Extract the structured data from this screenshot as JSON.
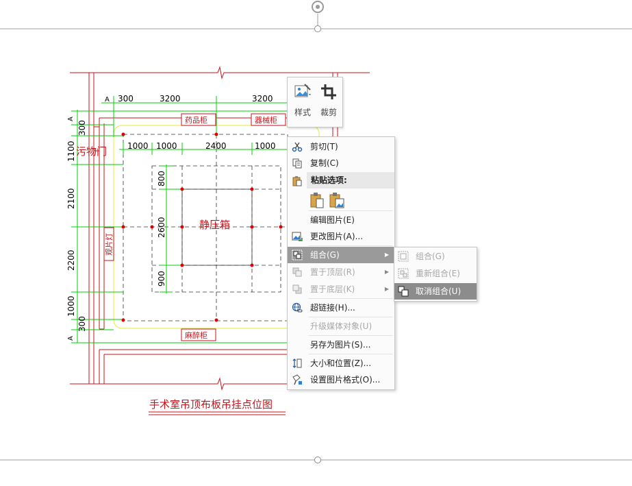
{
  "drawing": {
    "dims_top": [
      "300",
      "3200",
      "3200"
    ],
    "dims_top_a": "A",
    "dims_mid": [
      "1000",
      "1000",
      "2400",
      "1000"
    ],
    "dims_left": [
      "300",
      "1100",
      "2100",
      "2200",
      "1000",
      "300"
    ],
    "dims_left_a": [
      "A",
      "A"
    ],
    "dims_inner": [
      "800",
      "2600",
      "900"
    ],
    "label_cabinet_drug": "药品柜",
    "label_cabinet_equip": "器械柜",
    "label_door": "污物门",
    "label_viewer": "观片灯",
    "label_center": "静压箱",
    "label_anesthesia": "麻醉柜",
    "caption": "手术室吊顶布板吊挂点位图"
  },
  "mini_toolbar": {
    "style_label": "样式",
    "crop_label": "裁剪"
  },
  "context_menu": {
    "cut": "剪切(T)",
    "copy": "复制(C)",
    "paste_header": "粘贴选项:",
    "edit_picture": "编辑图片(E)",
    "change_picture": "更改图片(A)...",
    "group": "组合(G)",
    "bring_front": "置于顶层(R)",
    "send_back": "置于底层(K)",
    "hyperlink": "超链接(H)...",
    "upgrade_media": "升级媒体对象(U)",
    "save_as_picture": "另存为图片(S)...",
    "size_position": "大小和位置(Z)...",
    "format_picture": "设置图片格式(O)..."
  },
  "submenu": {
    "group": "组合(G)",
    "regroup": "重新组合(E)",
    "ungroup": "取消组合(U)"
  },
  "colors": {
    "drawing_red": "#c8121a",
    "dim_green": "#00d000",
    "frame_yellow": "#ecec5a",
    "highlight": "#9a9a9a"
  }
}
